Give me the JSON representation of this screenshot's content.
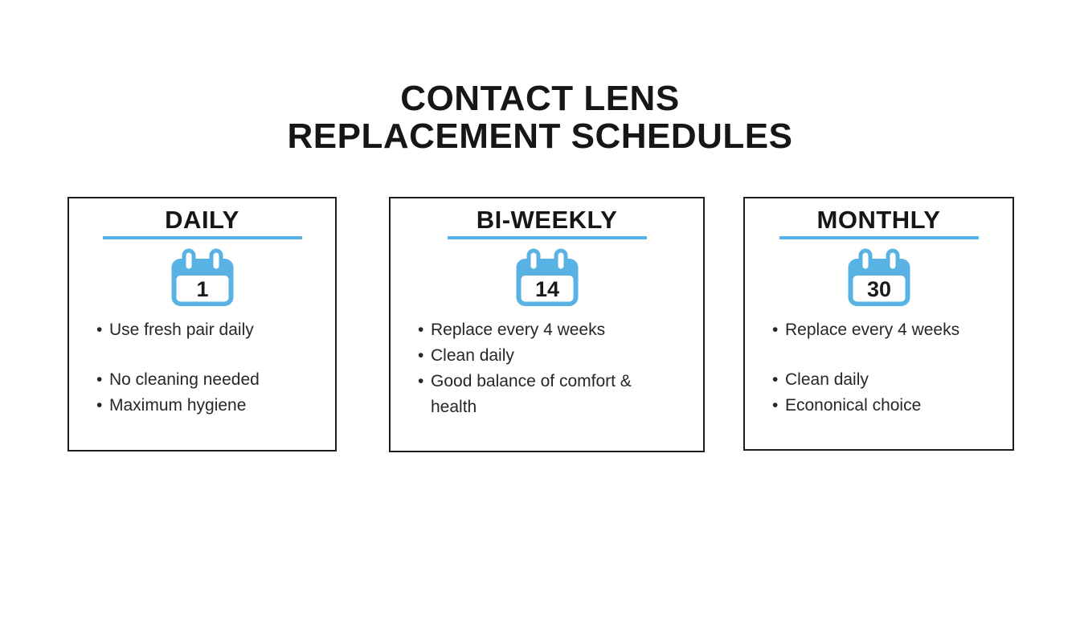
{
  "title": {
    "line1": "CONTACT LENS",
    "line2": "REPLACEMENT SCHEDULES"
  },
  "colors": {
    "accent_blue": "#58b2e3",
    "card_border": "#1d1d1d",
    "heading_text": "#161616",
    "body_text": "#262626"
  },
  "cards": [
    {
      "title": "DAILY",
      "calendar_number": "1",
      "calendar_icon": "calendar-icon",
      "bullets": [
        "Use fresh pair daily",
        "No cleaning needed",
        "Maximum hygiene"
      ]
    },
    {
      "title": "BI-WEEKLY",
      "calendar_number": "14",
      "calendar_icon": "calendar-icon",
      "bullets": [
        "Replace every 4 weeks",
        "Clean daily",
        "Good balance of comfort &\nhealth"
      ]
    },
    {
      "title": "MONTHLY",
      "calendar_number": "30",
      "calendar_icon": "calendar-icon",
      "bullets": [
        "Replace every 4 weeks",
        "Clean daily",
        "Econonical choice"
      ]
    }
  ]
}
